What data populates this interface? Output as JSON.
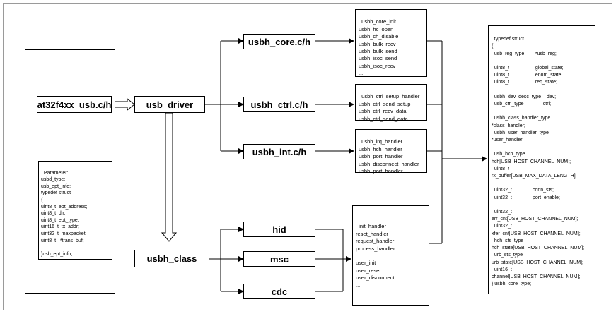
{
  "nodes": {
    "at32": "at32f4xx_usb.c/h",
    "usb_driver": "usb_driver",
    "usbh_class": "usbh_class",
    "usbh_core": "usbh_core.c/h",
    "usbh_ctrl": "usbh_ctrl.c/h",
    "usbh_int": "usbh_int.c/h",
    "hid": "hid",
    "msc": "msc",
    "cdc": "cdc"
  },
  "lists": {
    "core_funcs": "usbh_core_init\nusbh_hc_open\nusbh_ch_disable\nusbh_bulk_recv\nusbh_bulk_send\nusbh_isoc_send\nusbh_isoc_recv\n...",
    "ctrl_funcs": "usbh_ctrl_setup_handler\nusbh_ctrl_send_setup\nusbh_ctrl_recv_data\nusbh_ctrl_send_data",
    "int_funcs": "usbh_irq_handler\nusbh_hch_handler\nusbh_port_handler\nusbh_disconnect_handler\nusbh_port_handler",
    "class_funcs": "init_handler\nreset_handler\nrequest_handler\nprocess_handler\n\nuser_init\nuser_reset\nuser_disconnect\n...",
    "parameter": "Parameter:\nusbd_type:\nusb_ept_info:\ntypedef struct\n{\nuint8_t  ept_address;\nuint8_t  dir;\nuint8_t  ept_type;\nuint16_t  tx_addr;\nuint32_t  maxpacket;\nuint8_t   *trans_buf;\n...\n}usb_ept_info;",
    "core_type": "typedef struct\n{\n  usb_reg_type        *usb_reg;\n\n  uint8_t                   global_state;\n  uint8_t                   enum_state;\n  uint8_t                   req_state;\n\n  usbh_dev_desc_type    dev;\n  usb_ctrl_type              ctrl;\n\n  usbh_class_handler_type\n*class_handler;\n  usbh_user_handler_type\n*user_handler;\n\n  usb_hch_type\nhch[USB_HOST_CHANNEL_NUM];\n  uint8_t\nrx_buffer[USB_MAX_DATA_LENGTH];\n\n  uint32_t               conn_sts;\n  uint32_t               port_enable;\n\n  uint32_t\nerr_cnt[USB_HOST_CHANNEL_NUM];\n  uint32_t\nxfer_cnt[USB_HOST_CHANNEL_NUM];\n  hch_sts_type\nhch_state[USB_HOST_CHANNEL_NUM];\n  urb_sts_type\nurb_state[USB_HOST_CHANNEL_NUM];\n  uint16_t\nchannel[USB_HOST_CHANNEL_NUM];\n} usbh_core_type;"
  }
}
